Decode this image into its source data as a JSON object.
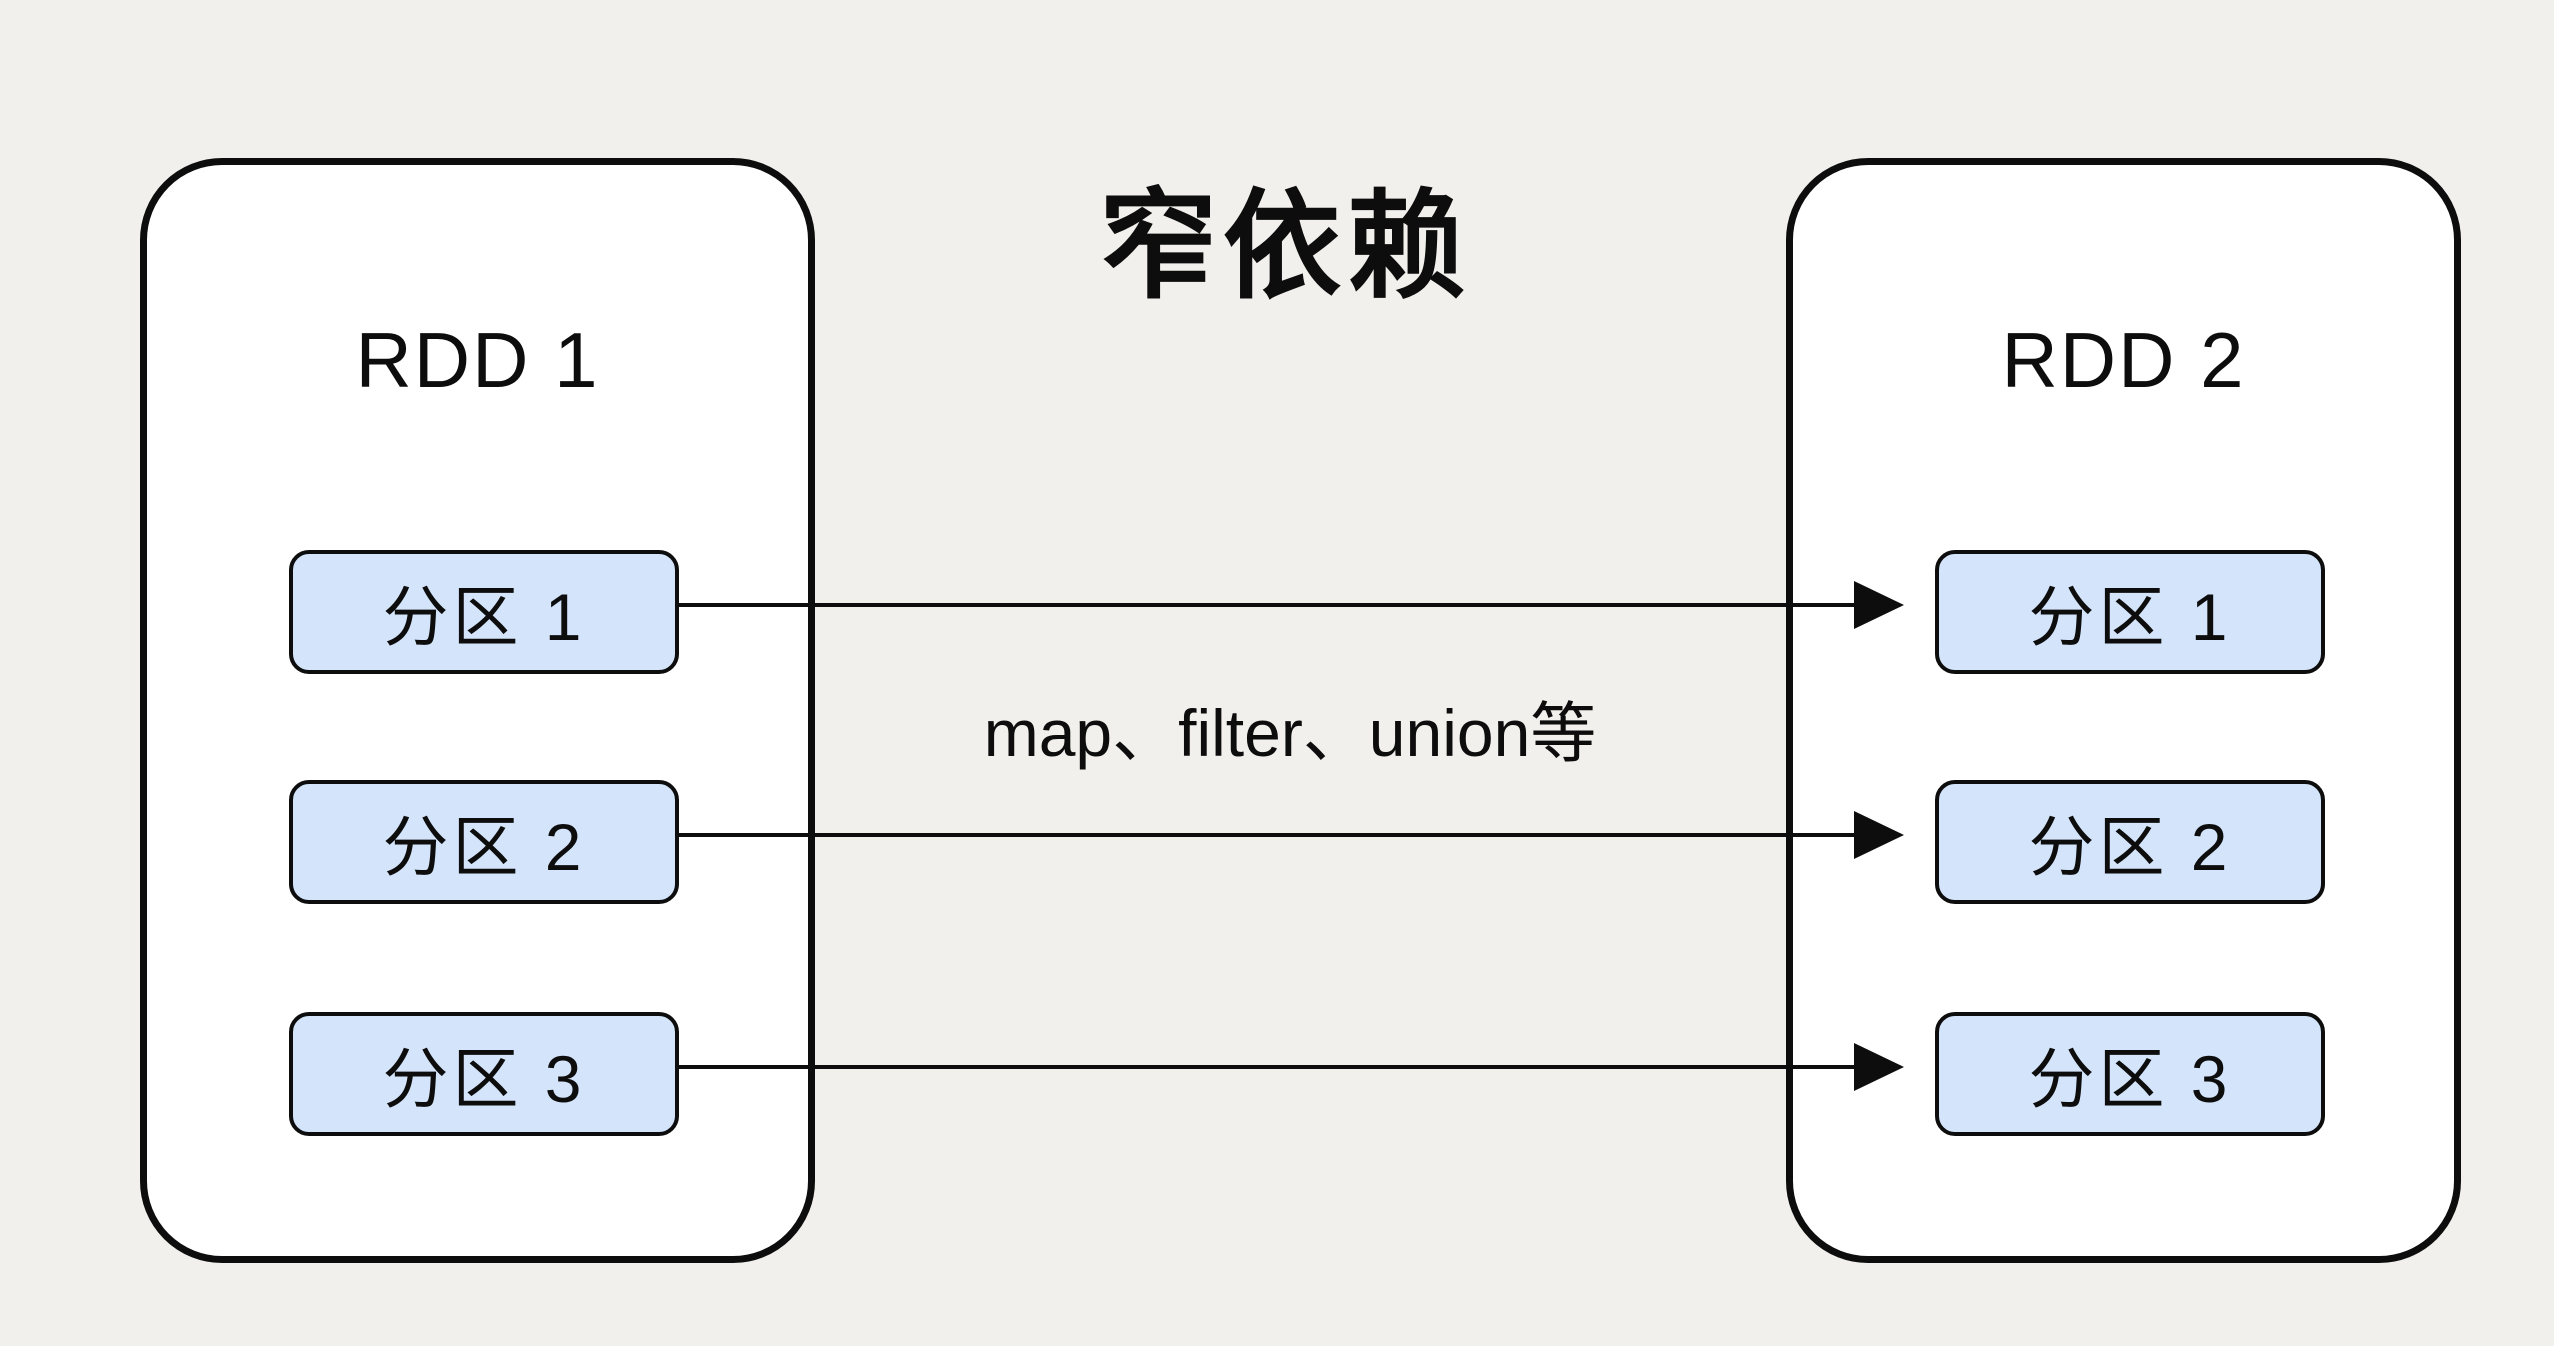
{
  "diagram": {
    "title": "窄依赖",
    "edge_label": "map、filter、union等",
    "rdd1": {
      "label": "RDD 1",
      "partitions": [
        "分区 1",
        "分区 2",
        "分区 3"
      ]
    },
    "rdd2": {
      "label": "RDD 2",
      "partitions": [
        "分区 1",
        "分区 2",
        "分区 3"
      ]
    },
    "arrows": [
      {
        "from": "rdd1-partition-1",
        "to": "rdd2-partition-1"
      },
      {
        "from": "rdd1-partition-2",
        "to": "rdd2-partition-2"
      },
      {
        "from": "rdd1-partition-3",
        "to": "rdd2-partition-3"
      }
    ],
    "colors": {
      "background": "#f2f0ec",
      "rdd_fill": "#ffffff",
      "partition_fill": "#d4e4fa",
      "stroke": "#0d0d0d"
    }
  }
}
